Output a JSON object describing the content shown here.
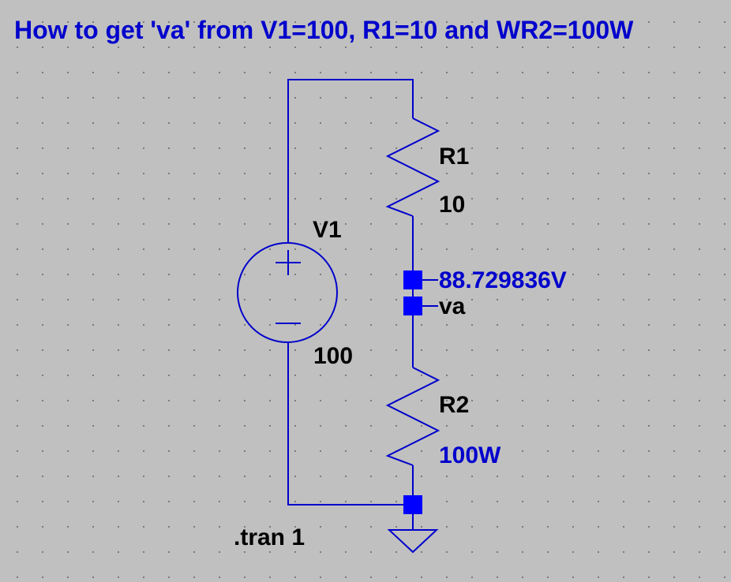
{
  "title": "How to get 'va' from V1=100, R1=10 and WR2=100W",
  "components": {
    "v1": {
      "name": "V1",
      "value": "100"
    },
    "r1": {
      "name": "R1",
      "value": "10"
    },
    "r2": {
      "name": "R2",
      "value": "100W"
    }
  },
  "labels": {
    "probe_voltage": "88.729836V",
    "net_va": "va",
    "directive": ".tran 1"
  },
  "colors": {
    "background": "#c0c0c0",
    "wire": "#0000cc",
    "node": "#0000ff",
    "text_blue": "#0000cc",
    "text_black": "#000000"
  },
  "icons": {
    "source": "voltage-source-icon",
    "resistor": "resistor-icon",
    "ground": "ground-icon"
  }
}
